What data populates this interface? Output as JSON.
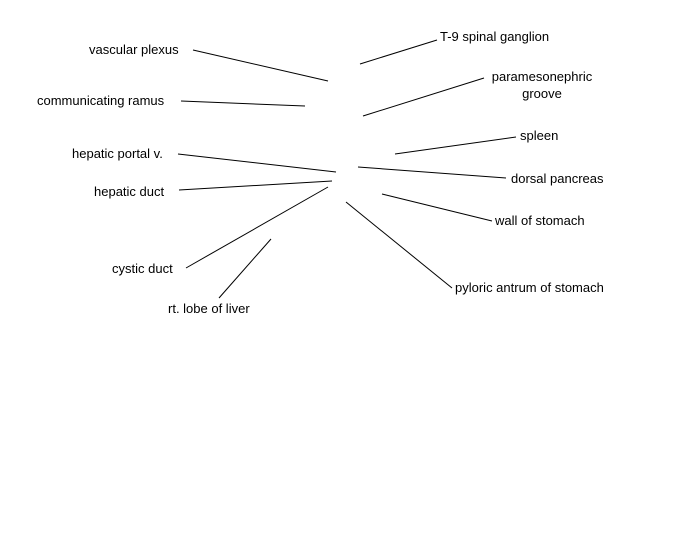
{
  "labels": {
    "vascular_plexus": "vascular plexus",
    "communicating_ramus": "communicating ramus",
    "hepatic_portal_v": "hepatic portal v.",
    "hepatic_duct": "hepatic duct",
    "cystic_duct": "cystic duct",
    "rt_lobe_of_liver": "rt. lobe of liver",
    "t9_spinal_ganglion": "T-9 spinal ganglion",
    "paramesonephric_line1": "paramesonephric",
    "paramesonephric_line2": "groove",
    "spleen": "spleen",
    "dorsal_pancreas": "dorsal pancreas",
    "wall_of_stomach": "wall of stomach",
    "pyloric_antrum_of_stomach": "pyloric antrum of stomach"
  },
  "colors": {
    "line": "#000000",
    "text": "#000000",
    "background": "#ffffff"
  }
}
